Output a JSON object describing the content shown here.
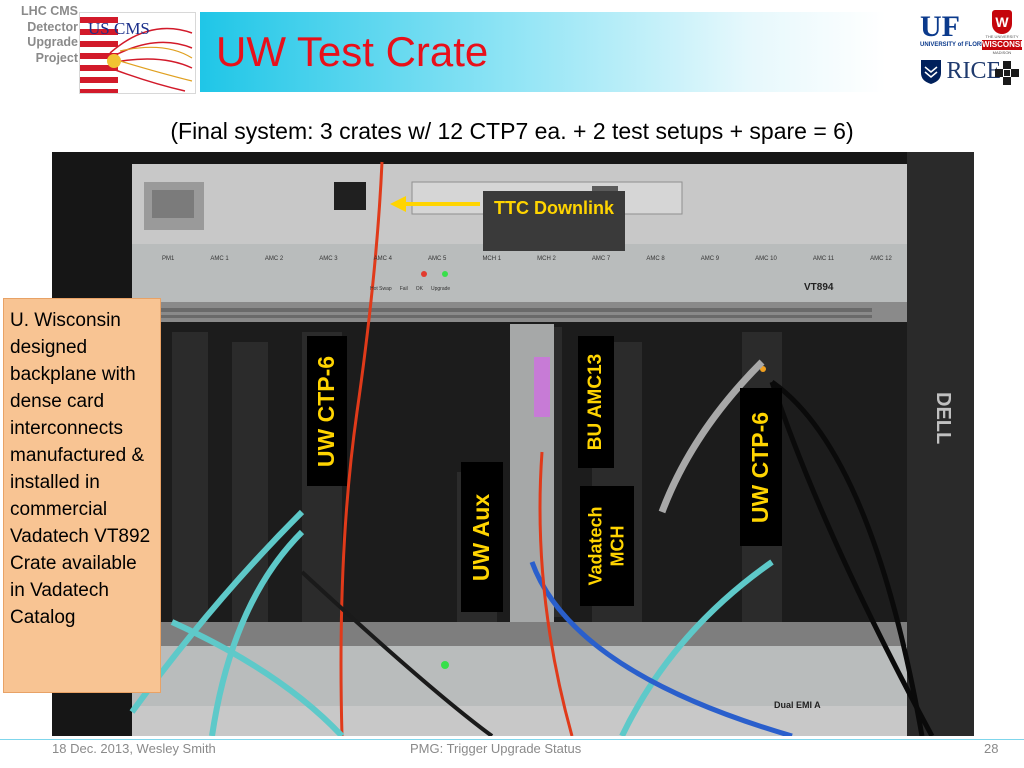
{
  "header": {
    "project_label": "LHC CMS\nDetector\nUpgrade\nProject",
    "title": "UW Test Crate",
    "logos": {
      "uscms": "US CMS",
      "florida": "UF",
      "florida_sub": "UNIVERSITY of FLORIDA",
      "wisconsin_top": "THE UNIVERSITY",
      "wisconsin": "WISCONSIN",
      "wisconsin_sub": "MADISON",
      "rice": "RICE"
    }
  },
  "subtitle": "(Final system: 3 crates w/ 12 CTP7 ea. + 2 test setups + spare = 6)",
  "photo": {
    "callout": "U. Wisconsin designed backplane with dense card interconnects manufactured & installed in commercial Vadatech VT892 Crate available in Vadatech Catalog",
    "ttc_label": "TTC Downlink",
    "uw_ctp6_left": "UW CTP-6",
    "uw_aux": "UW Aux",
    "bu_amc13": "BU AMC13",
    "vadatech_mch": "Vadatech MCH",
    "uw_ctp6_right": "UW CTP-6",
    "crate_markings": {
      "vt894": "VT894",
      "dual_emi": "Dual EMI A",
      "amc": [
        "PM1",
        "AMC 1",
        "AMC 2",
        "AMC 3",
        "AMC 4",
        "AMC 5",
        "MCH 1",
        "MCH 2",
        "AMC 7",
        "AMC 8",
        "AMC 9",
        "AMC 10",
        "AMC 11",
        "AMC 12"
      ],
      "status": [
        "Hot Swap",
        "Fail",
        "OK",
        "Upgrade"
      ]
    },
    "colors": {
      "callout_bg": "#f8c493",
      "label_text": "#ffd400",
      "fiber_aqua": "#5ec9c9",
      "fiber_red": "#e03a1a",
      "cable_blue": "#2a5fcc"
    }
  },
  "footer": {
    "date_author": "18 Dec. 2013, Wesley Smith",
    "center": "PMG: Trigger Upgrade Status",
    "page": "28"
  }
}
